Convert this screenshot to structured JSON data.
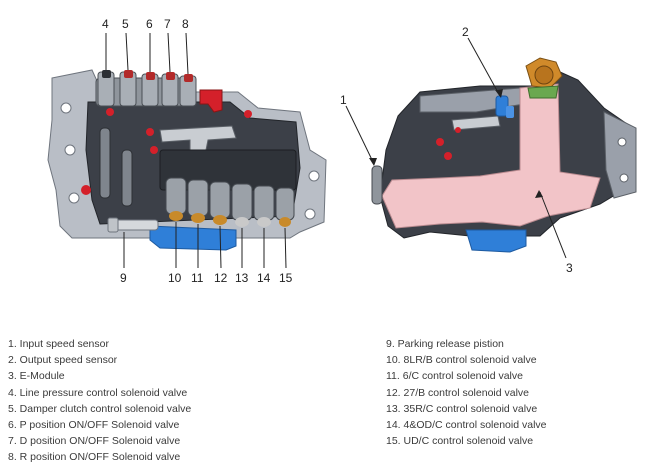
{
  "callouts": {
    "c1": "1",
    "c2": "2",
    "c3": "3",
    "c4": "4",
    "c5": "5",
    "c6": "6",
    "c7": "7",
    "c8": "8",
    "c9": "9",
    "c10": "10",
    "c11": "11",
    "c12": "12",
    "c13": "13",
    "c14": "14",
    "c15": "15"
  },
  "legend": {
    "left": [
      "1. Input speed sensor",
      "2. Output speed sensor",
      "3. E-Module",
      "4. Line pressure control solenoid valve",
      "5. Damper clutch control solenoid valve",
      "6. P position ON/OFF Solenoid valve",
      "7. D position ON/OFF Solenoid valve",
      "8. R position ON/OFF Solenoid valve"
    ],
    "right": [
      "9. Parking release pistion",
      "10. 8LR/B control solenoid valve",
      "11. 6/C control solenoid valve",
      "12. 27/B control solenoid valve",
      "13. 35R/C control solenoid valve",
      "14. 4&OD/C control solenoid valve",
      "15. UD/C control solenoid valve"
    ]
  },
  "colors": {
    "housing": "#3c4048",
    "housing_light": "#9aa0aa",
    "solenoid_gray": "#9ba1a8",
    "accent_red": "#d4202a",
    "accent_blue": "#2f7fd8",
    "module_pink": "#f2c4c8",
    "connector_orange": "#d08a2a",
    "sensor_green": "#6aa84f"
  }
}
